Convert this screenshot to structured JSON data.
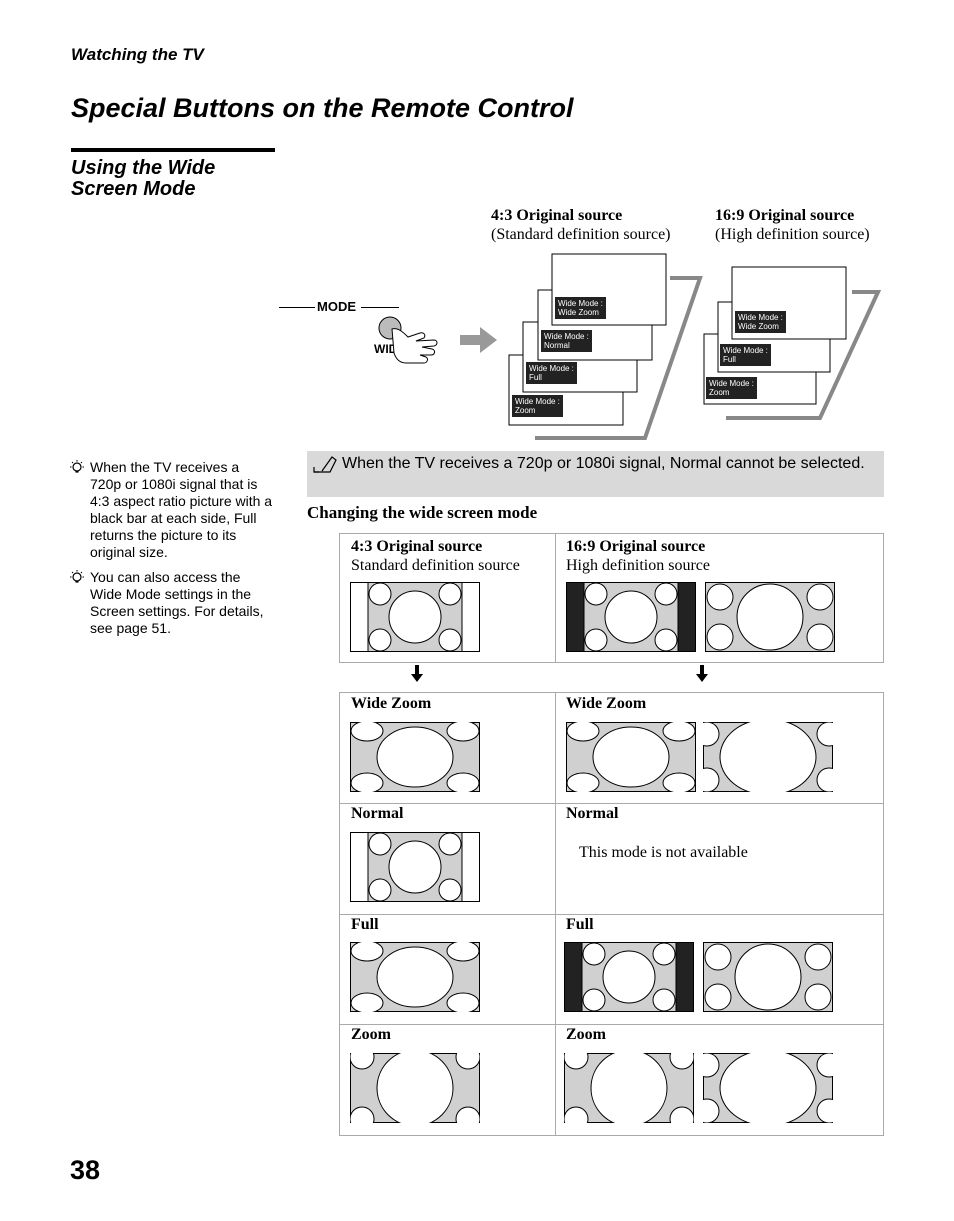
{
  "header": {
    "section": "Watching the TV",
    "title": "Special Buttons on the Remote Control"
  },
  "subsection": {
    "title": "Using the Wide Screen Mode"
  },
  "diagram": {
    "source_43": {
      "title": "4:3 Original source",
      "subtitle": "(Standard definition source)"
    },
    "source_169": {
      "title": "16:9 Original source",
      "subtitle": "(High definition source)"
    },
    "mode_label": "MODE",
    "wide_label": "WIDE",
    "screens_43": [
      "Wide Mode : Wide Zoom",
      "Wide Mode : Normal",
      "Wide Mode : Full",
      "Wide Mode : Zoom"
    ],
    "screens_169": [
      "Wide Mode : Wide Zoom",
      "Wide Mode : Full",
      "Wide Mode : Zoom"
    ]
  },
  "tips": [
    "When the TV receives a 720p or 1080i signal that is 4:3 aspect ratio picture with a black bar at each side, Full returns the picture to its original size.",
    "You can also access the Wide Mode settings in the Screen settings. For details, see page 51."
  ],
  "note": "When the TV receives a 720p or 1080i signal, Normal cannot be selected.",
  "table": {
    "title": "Changing the wide screen mode",
    "col1_head": {
      "title": "4:3 Original source",
      "subtitle": "Standard definition source"
    },
    "col2_head": {
      "title": "16:9 Original source",
      "subtitle": "High definition source"
    },
    "rows": [
      {
        "left_label": "Wide Zoom",
        "right_label": "Wide Zoom"
      },
      {
        "left_label": "Normal",
        "right_label": "Normal",
        "right_text": "This mode is not available"
      },
      {
        "left_label": "Full",
        "right_label": "Full"
      },
      {
        "left_label": "Zoom",
        "right_label": "Zoom"
      }
    ]
  },
  "page_number": "38"
}
